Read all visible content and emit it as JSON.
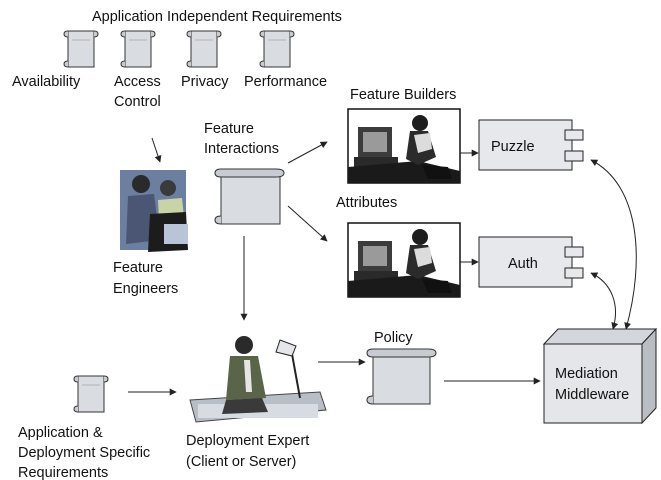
{
  "title": "Application Independent Requirements",
  "requirements": [
    "Availability",
    "Access",
    "Control",
    "Privacy",
    "Performance"
  ],
  "feature_engineers": [
    "Feature",
    "Engineers"
  ],
  "feature_interactions": [
    "Feature",
    "Interactions"
  ],
  "feature_builders": "Feature Builders",
  "attributes": "Attributes",
  "components": [
    "Puzzle",
    "Auth"
  ],
  "policy": "Policy",
  "middleware": [
    "Mediation",
    "Middleware"
  ],
  "deployment_expert": [
    "Deployment Expert",
    "(Client or Server)"
  ],
  "app_requirements": [
    "Application &",
    "Deployment Specific",
    "Requirements"
  ]
}
